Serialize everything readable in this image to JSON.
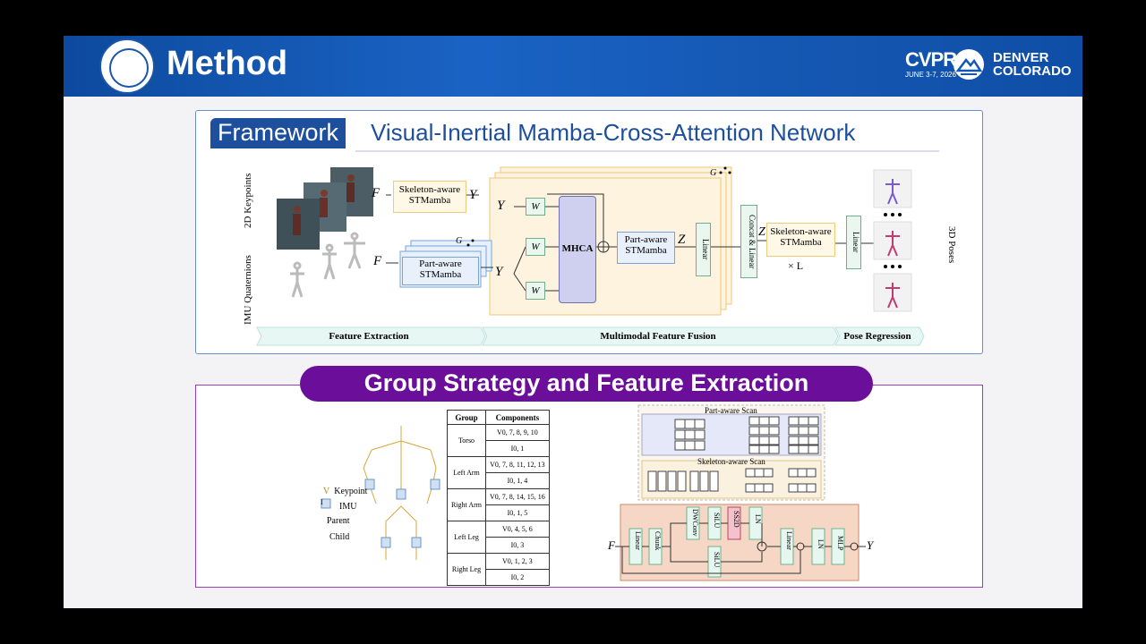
{
  "header": {
    "title": "Method",
    "cvpr": "CVPR",
    "cvpr_date": "JUNE 3-7, 2026",
    "city_line1": "DENVER",
    "city_line2": "COLORADO"
  },
  "framework": {
    "tag": "Framework",
    "title": "Visual-Inertial Mamba-Cross-Attention Network",
    "side_2d": "2D Keypoints",
    "side_imu": "IMU Quaternions",
    "side_3d": "3D Poses",
    "blocks": {
      "skel1": "Skeleton-aware STMamba",
      "part1": "Part-aware STMamba",
      "wq": "W",
      "wk": "W",
      "wv": "W",
      "mhca": "MHCA",
      "part2": "Part-aware STMamba",
      "linear1": "Linear",
      "concat": "Concat & Linear",
      "skel2": "Skeleton-aware STMamba",
      "linear2": "Linear",
      "ln": "× L"
    },
    "symbols": {
      "fv": "F",
      "fi": "F",
      "yv": "Y",
      "yg_v": "Y",
      "yg_i": "Y",
      "zg": "Z",
      "z": "Z",
      "g1": "G",
      "g2": "G"
    },
    "stages": [
      "Feature Extraction",
      "Multimodal Feature Fusion",
      "Pose Regression"
    ]
  },
  "section2": {
    "title": "Group Strategy and Feature Extraction",
    "legend": {
      "keypoint": "Keypoint",
      "imu": "IMU",
      "parent": "Parent",
      "child": "Child",
      "v": "V",
      "i": "I"
    },
    "table": {
      "headers": [
        "Group",
        "Components"
      ],
      "rows": [
        {
          "group": "Torso",
          "v": "V0, 7, 8, 9, 10",
          "i": "I0, 1"
        },
        {
          "group": "Left Arm",
          "v": "V0, 7, 8, 11, 12, 13",
          "i": "I0, 1, 4"
        },
        {
          "group": "Right Arm",
          "v": "V0, 7, 8, 14, 15, 16",
          "i": "I0, 1, 5"
        },
        {
          "group": "Left Leg",
          "v": "V0, 4, 5, 6",
          "i": "I0, 3"
        },
        {
          "group": "Right Leg",
          "v": "V0, 1, 2, 3",
          "i": "I0, 2"
        }
      ]
    },
    "scan": {
      "part": "Part-aware Scan",
      "skel": "Skeleton-aware Scan"
    },
    "mamba": {
      "f": "F",
      "linear": "Linear",
      "chunk": "Chunk",
      "dwconv": "DWConv",
      "silu1": "SiLU",
      "ss2d": "SS2D",
      "ln1": "LN",
      "silu2": "SiLU",
      "linear2": "Linear",
      "ln2": "LN",
      "mlp": "MLP",
      "y": "Y",
      "fx": "F",
      "fy": "F"
    }
  }
}
